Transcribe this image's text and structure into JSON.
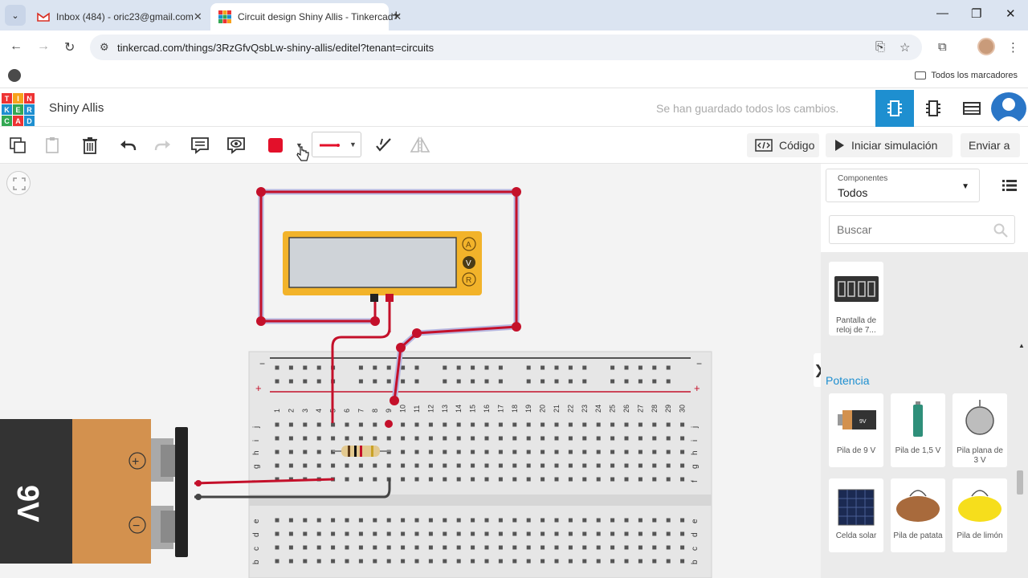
{
  "browser": {
    "tabs": [
      {
        "title": "Inbox (484) - oric23@gmail.com",
        "close": "✕"
      },
      {
        "title": "Circuit design Shiny Allis - Tinkercad",
        "close": "✕"
      }
    ],
    "newtab": "+",
    "url": "tinkercad.com/things/3RzGfvQsbLw-shiny-allis/editel?tenant=circuits",
    "bookmarks_label": "Todos los marcadores"
  },
  "app": {
    "logo_letters": [
      "T",
      "I",
      "N",
      "K",
      "E",
      "R",
      "C",
      "A",
      "D"
    ],
    "project_name": "Shiny Allis",
    "save_status": "Se han guardado todos los cambios."
  },
  "toolbar": {
    "code_label": "Código",
    "simulate_label": "Iniciar simulación",
    "send_label": "Enviar a",
    "wire_color": "#e3102a"
  },
  "panel": {
    "components_label": "Componentes",
    "components_value": "Todos",
    "search_placeholder": "Buscar",
    "section_power": "Potencia",
    "items": [
      {
        "label": "Pantalla de reloj de 7..."
      },
      {
        "label": "Pila de 9 V"
      },
      {
        "label": "Pila de 1,5 V"
      },
      {
        "label": "Pila plana de 3 V"
      },
      {
        "label": "Celda solar"
      },
      {
        "label": "Pila de patata"
      },
      {
        "label": "Pila de limón"
      }
    ]
  },
  "circuit": {
    "multimeter_modes": [
      "A",
      "V",
      "R"
    ],
    "breadboard_cols": [
      "1",
      "2",
      "3",
      "4",
      "5",
      "6",
      "7",
      "8",
      "9",
      "10",
      "11",
      "12",
      "13",
      "14",
      "15",
      "16",
      "17",
      "18",
      "19",
      "20",
      "21",
      "22",
      "23",
      "24",
      "25",
      "26",
      "27",
      "28",
      "29",
      "30"
    ],
    "rows_top": [
      "j",
      "i",
      "h",
      "g",
      "f"
    ],
    "rows_bottom": [
      "e",
      "d",
      "c",
      "b"
    ],
    "rail_minus": "−",
    "rail_plus": "+",
    "battery_label": "9V",
    "battery_plus": "+",
    "battery_minus": "−"
  }
}
